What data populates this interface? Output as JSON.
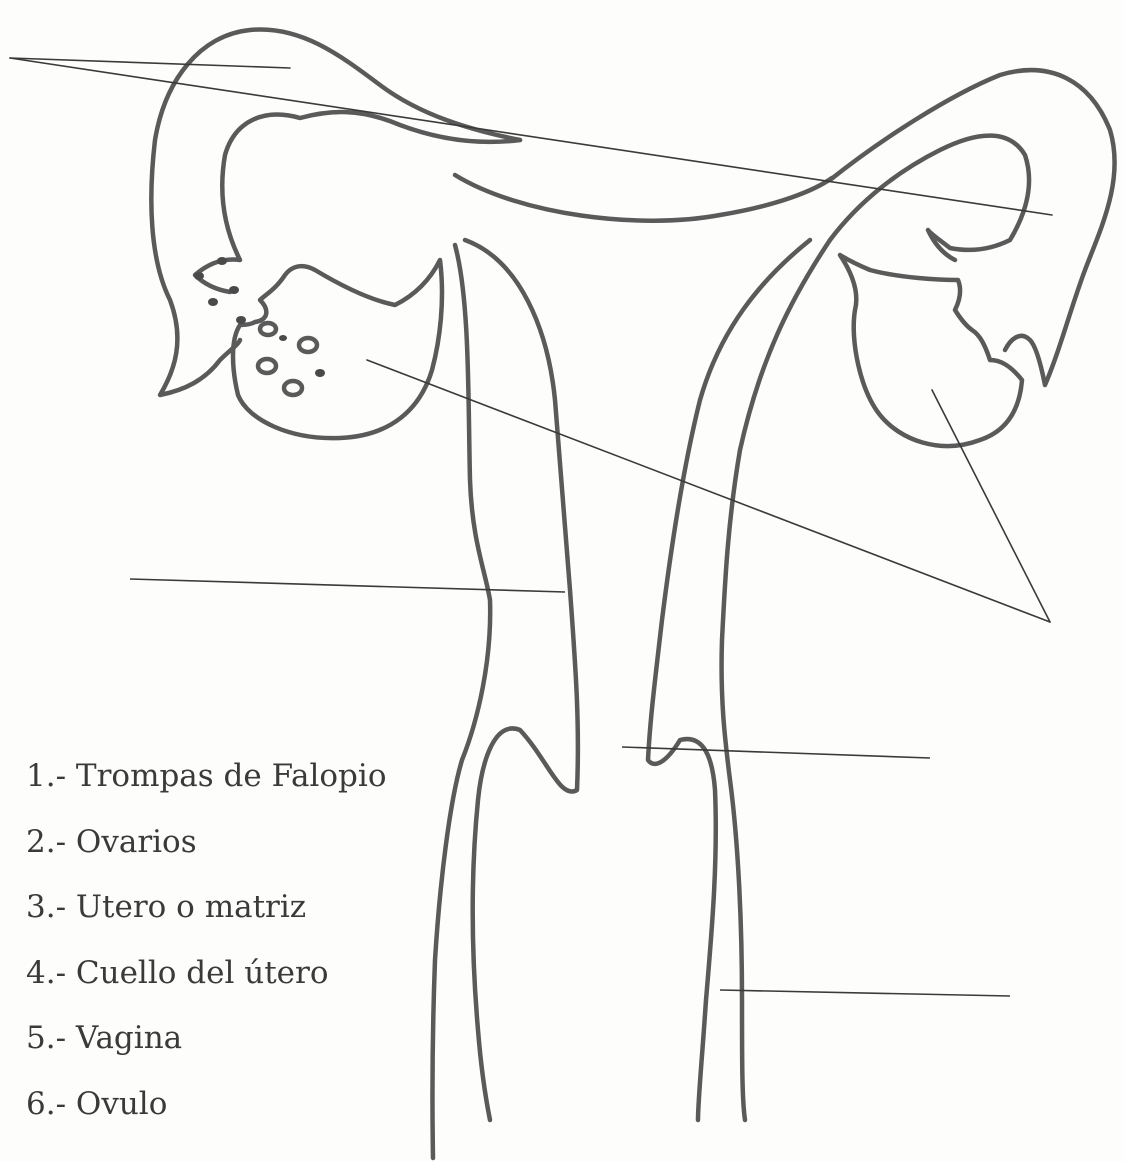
{
  "legend": {
    "items": [
      "1.- Trompas de Falopio",
      "2.- Ovarios",
      "3.- Utero o matriz",
      "4.- Cuello del útero",
      "5.- Vagina",
      "6.- Ovulo"
    ]
  },
  "colors": {
    "outline": "#5a5a5a",
    "leader": "#3a3a3a",
    "paper": "#fdfdfc"
  }
}
